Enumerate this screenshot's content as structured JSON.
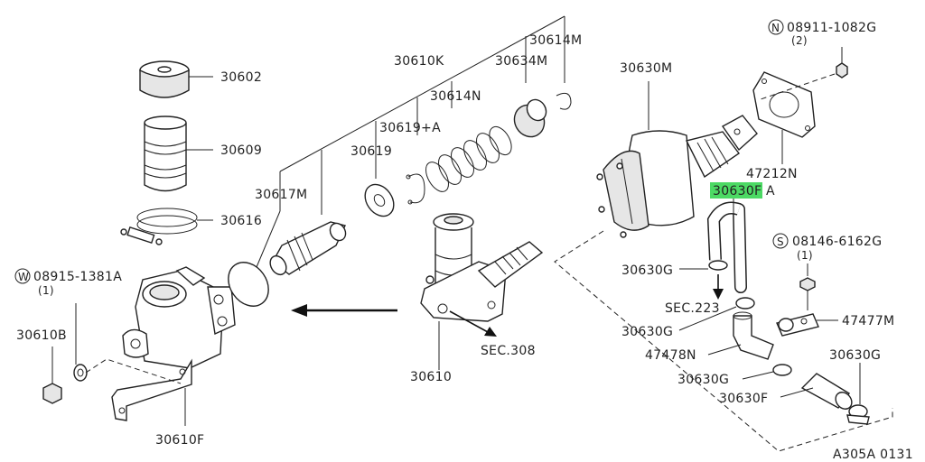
{
  "labels": {
    "p30602": "30602",
    "p30609": "30609",
    "p30616": "30616",
    "w_note": "08915-1381A",
    "w_note_circle": "W",
    "w_qty": "(1)",
    "p30610B": "30610B",
    "p30610F": "30610F",
    "p30617M": "30617M",
    "p30619": "30619",
    "p30619A": "30619+A",
    "p30610K": "30610K",
    "p30614N": "30614N",
    "p30634M": "30634M",
    "p30614M": "30614M",
    "p30610": "30610",
    "sec308": "SEC.308",
    "p30630M": "30630M",
    "n_note": "08911-1082G",
    "n_note_circle": "N",
    "n_qty": "(2)",
    "p47212N": "47212N",
    "p30630FA": "30630F",
    "p30630FA_suffix": "A",
    "s_note": "08146-6162G",
    "s_note_circle": "S",
    "s_qty": "(1)",
    "p30630G_1": "30630G",
    "sec223": "SEC.223",
    "p30630G_2": "30630G",
    "p47477M": "47477M",
    "p47478N": "47478N",
    "p30630G_3": "30630G",
    "p30630G_4": "30630G",
    "p30630F": "30630F",
    "diagram_code": "A305A 0131"
  },
  "colors": {
    "line": "#222222",
    "highlight": "#4cd964",
    "background": "#ffffff"
  }
}
